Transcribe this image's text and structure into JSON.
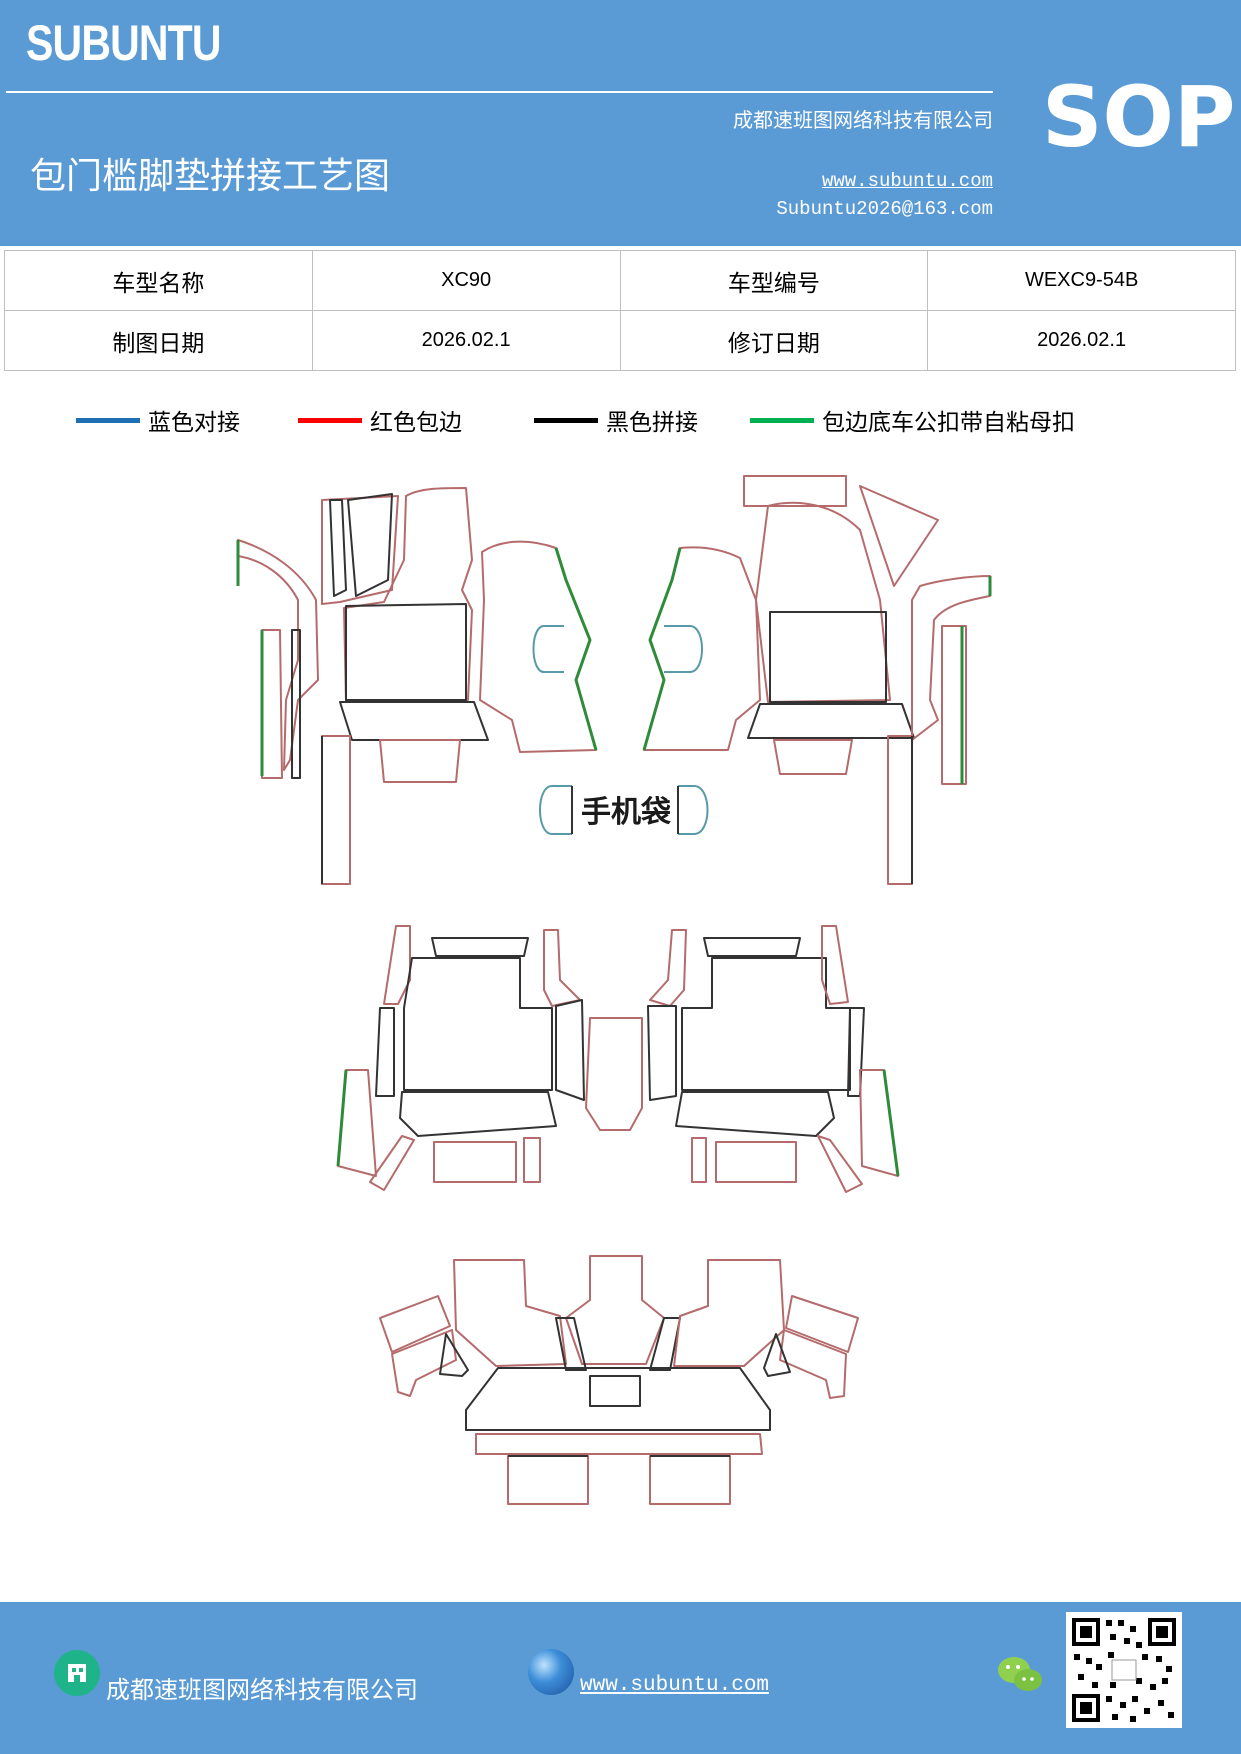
{
  "header": {
    "brand": "SUBUNTU",
    "badge": "SOP",
    "title": "包门槛脚垫拼接工艺图",
    "company": "成都速班图网络科技有限公司",
    "website": "www.subuntu.com",
    "email": "Subuntu2026@163.com"
  },
  "info_table": {
    "rows": [
      {
        "label1": "车型名称",
        "value1": "XC90",
        "label2": "车型编号",
        "value2": "WEXC9-54B"
      },
      {
        "label1": "制图日期",
        "value1": "2026.02.1",
        "label2": "修订日期",
        "value2": "2026.02.1"
      }
    ]
  },
  "legend": [
    {
      "label": "蓝色对接",
      "color": "#1f6fb5"
    },
    {
      "label": "红色包边",
      "color": "#ff0000"
    },
    {
      "label": "黑色拼接",
      "color": "#000000"
    },
    {
      "label": "包边底车公扣带自粘母扣",
      "color": "#00b050"
    }
  ],
  "diagram": {
    "phone_pocket_label": "手机袋",
    "edge_colors": {
      "wrap": "#b56b6b",
      "join": "#333333",
      "butt": "#5a9aa8",
      "snap": "#2e8b3a"
    }
  },
  "footer": {
    "company": "成都速班图网络科技有限公司",
    "website": "www.subuntu.com",
    "company_icon": "building-icon",
    "web_icon": "globe-icon",
    "wechat_icon": "wechat-icon"
  },
  "colors": {
    "header_bg": "#5b9bd5",
    "text_on_header": "#ffffff"
  }
}
